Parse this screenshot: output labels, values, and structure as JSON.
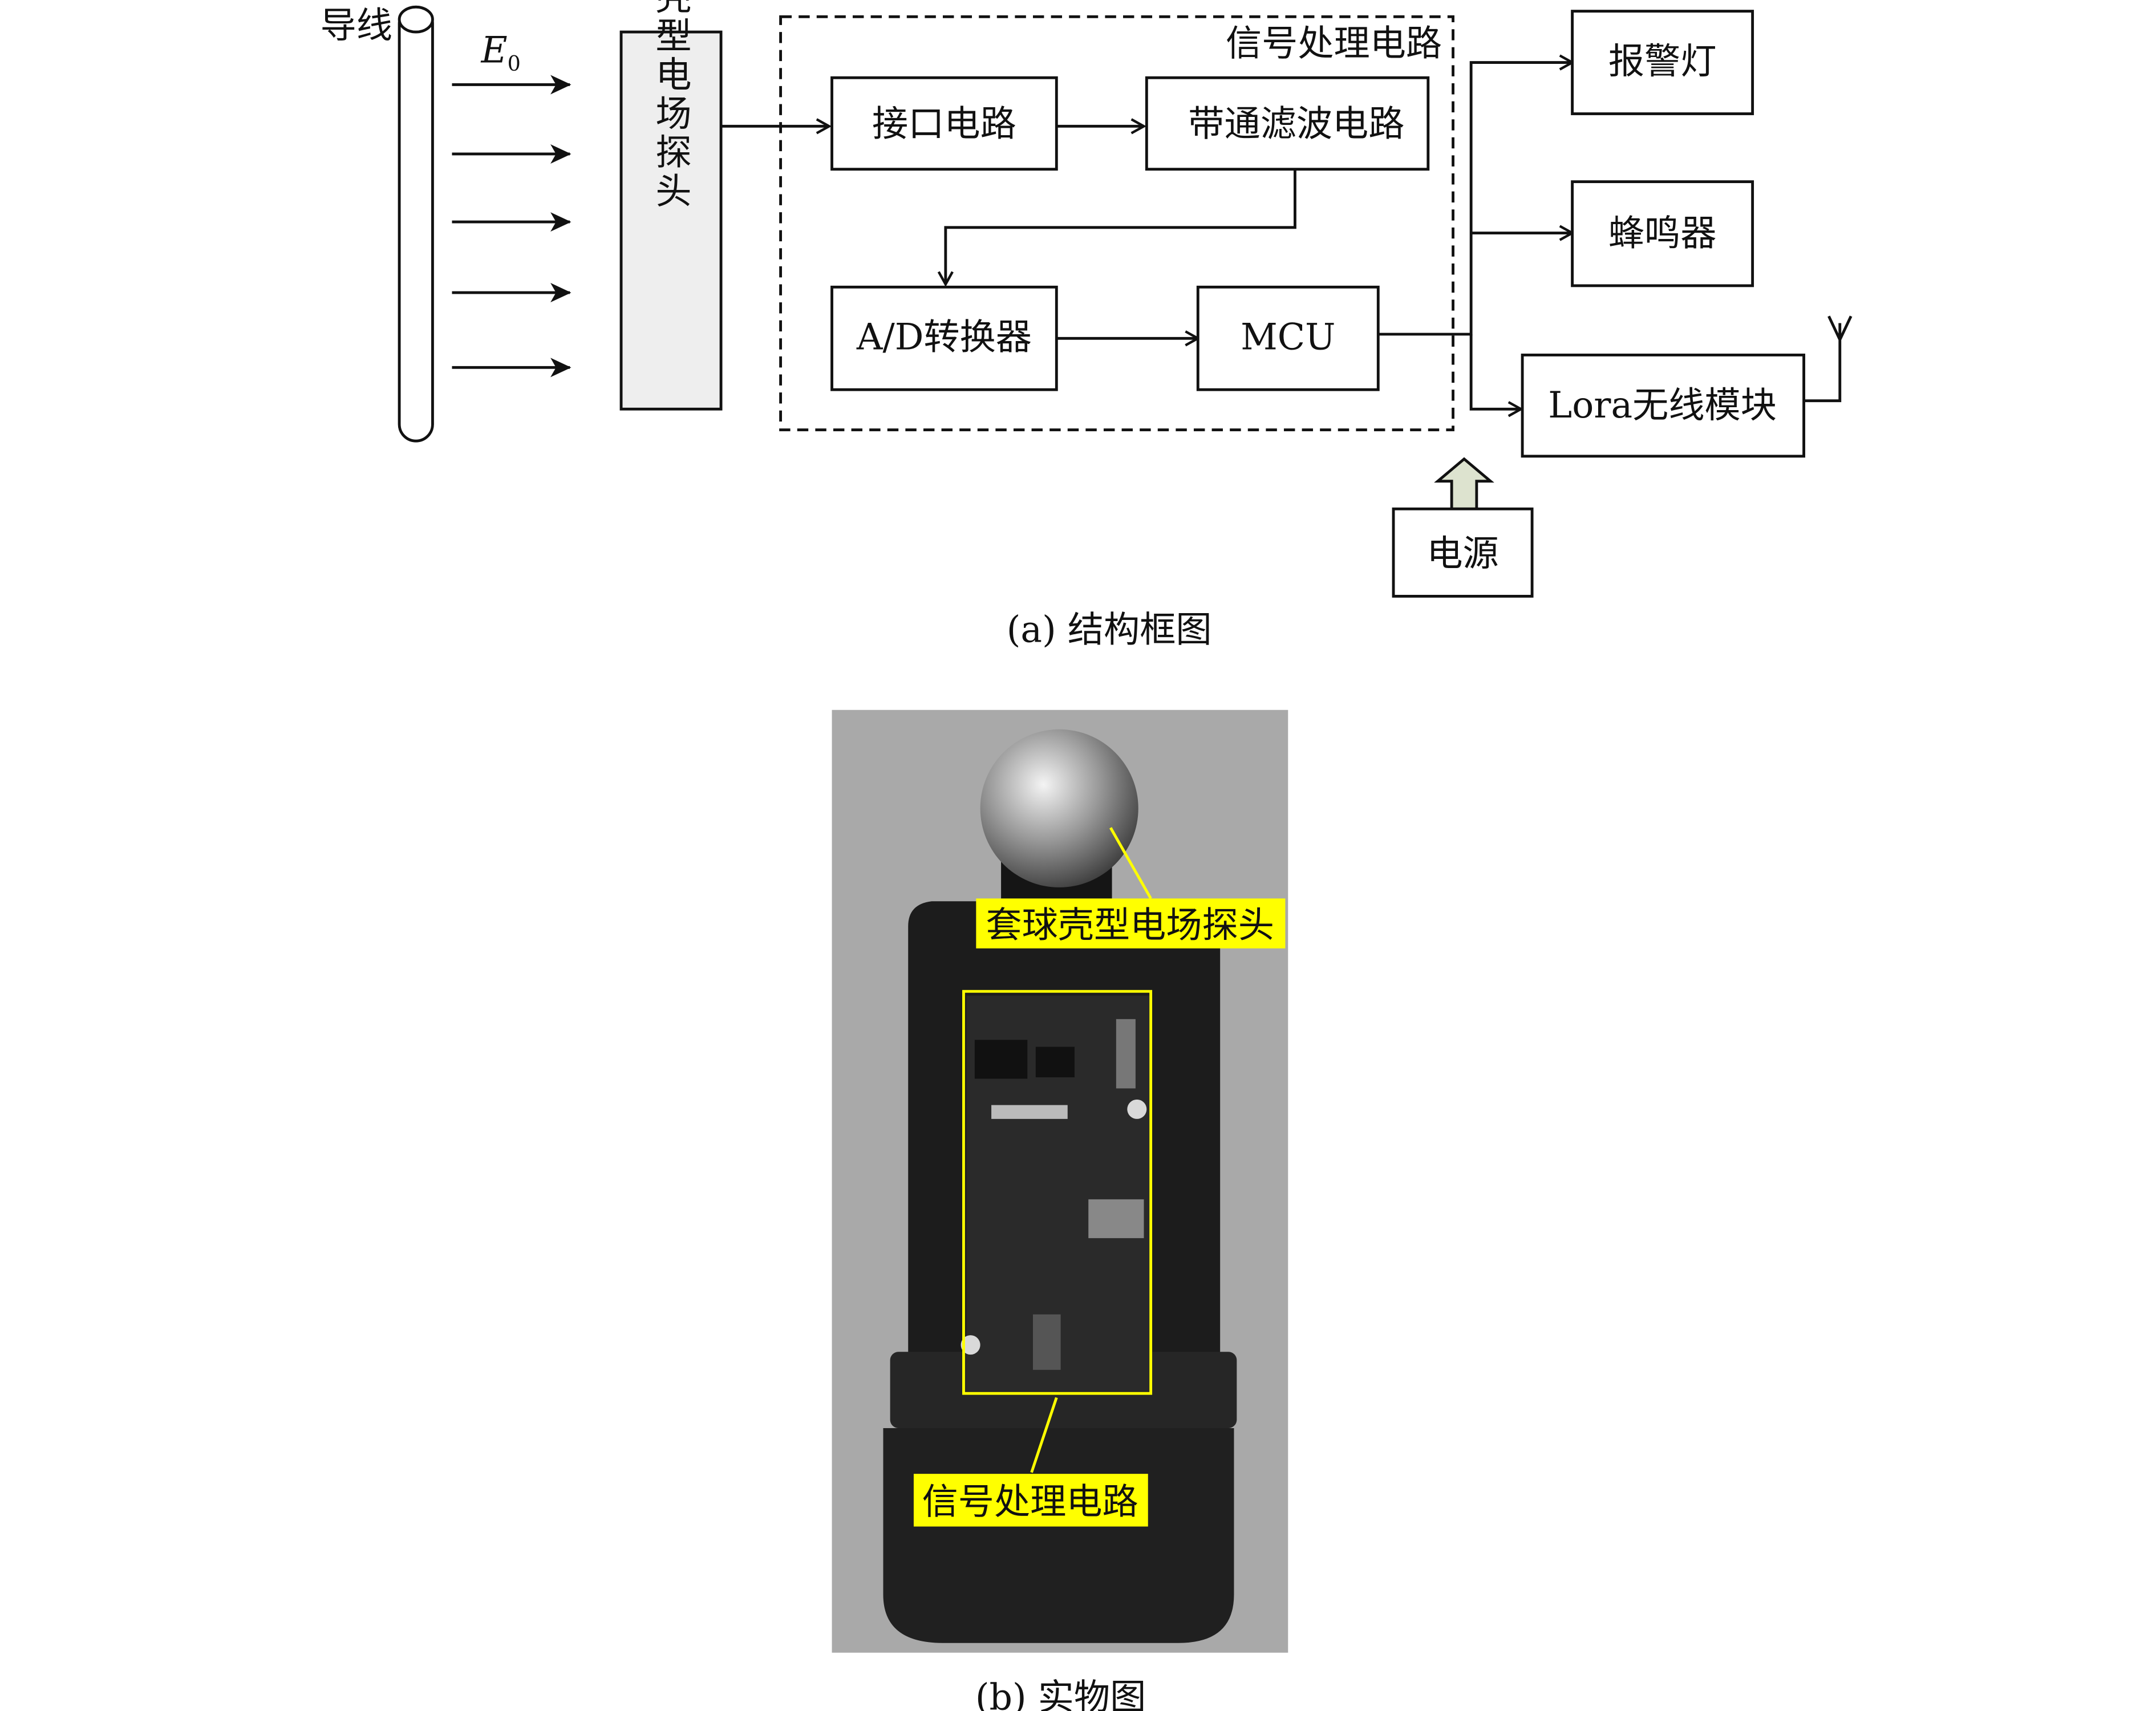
{
  "figure_a": {
    "conductor_label": "导线",
    "field_label": "E",
    "field_subscript": "0",
    "probe_label": "套球壳型电场探头",
    "signal_group_label": "信号处理电路",
    "blocks": {
      "interface": "接口电路",
      "bandpass": "带通滤波电路",
      "adc": "A/D转换器",
      "mcu": "MCU",
      "alarm_light": "报警灯",
      "buzzer": "蜂鸣器",
      "lora": "Lora无线模块",
      "power": "电源"
    },
    "caption": "(a) 结构框图",
    "probe_fill": "#eeeeee",
    "power_arrow_fill": "#dde3cf"
  },
  "figure_b": {
    "probe_callout": "套球壳型电场探头",
    "circuit_callout": "信号处理电路",
    "callout_color": "#ffff00",
    "caption": "(b) 实物图"
  }
}
